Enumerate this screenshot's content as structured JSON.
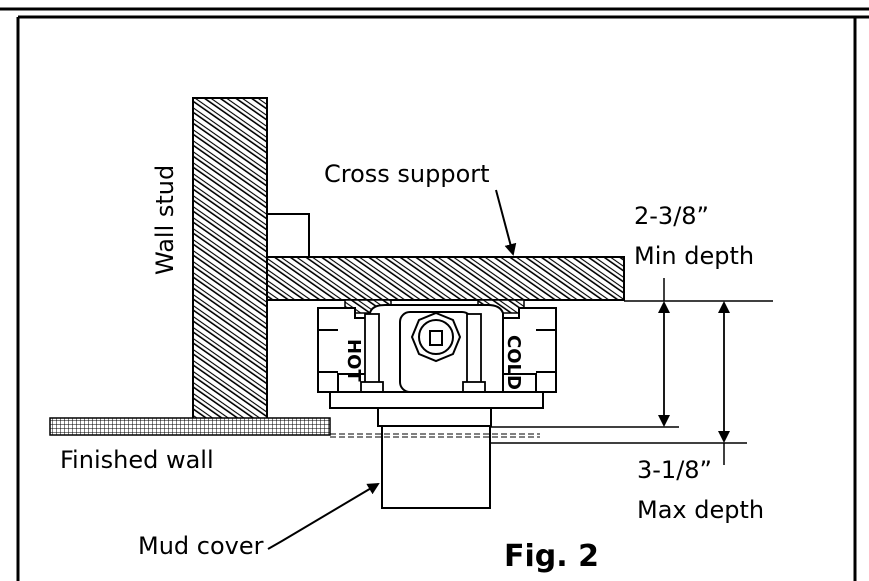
{
  "labels": {
    "wall_stud": "Wall stud",
    "cross_support": "Cross support",
    "min_depth_value": "2-3/8”",
    "min_depth_caption": "Min depth",
    "max_depth_value": "3-1/8”",
    "max_depth_caption": "Max depth",
    "finished_wall": "Finished wall",
    "mud_cover": "Mud cover",
    "hot": "HOT",
    "cold": "COLD",
    "figure_title": "Fig. 2"
  }
}
